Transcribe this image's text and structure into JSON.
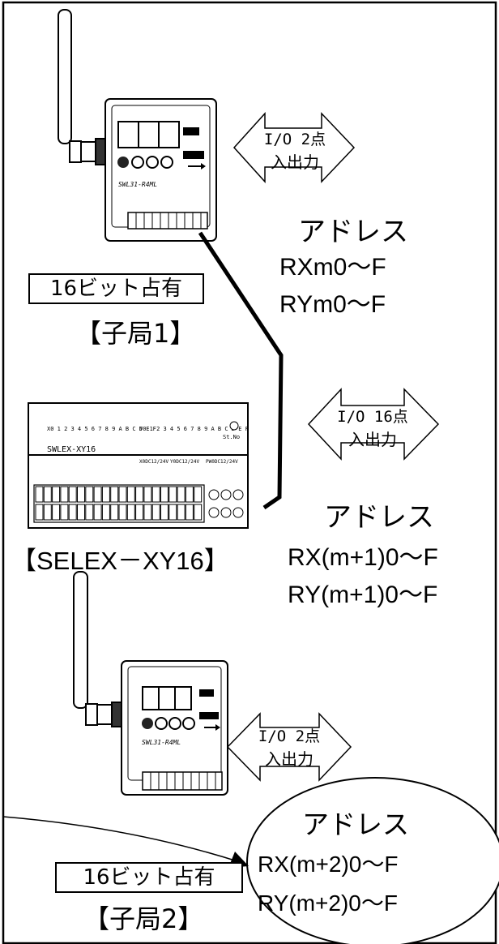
{
  "slave1": {
    "model_label": "SWL31-R4ML",
    "io_label_line1": "I/O 2点",
    "io_label_line2": "入出力",
    "address_title": "アドレス",
    "address_rx": "RXm0～F",
    "address_ry": "RYm0～F",
    "occupancy_label": "16ビット占有",
    "station_label": "【子局1】"
  },
  "selex": {
    "model_label": "SWLEX-XY16",
    "io_label_line1": "I/O 16点",
    "io_label_line2": "入出力",
    "address_title": "アドレス",
    "address_rx": "RX(m+1)0～F",
    "address_ry": "RY(m+1)0～F",
    "station_label": "【SELEX－XY16】",
    "bit_row_x": "X0 1 2 3 4 5 6 7 8 9 A B C D E F",
    "bit_row_y": "Y0 1 2 3 4 5 6 7 8 9 A B C D E F",
    "power_x": "X0DC12/24V",
    "power_y": "Y0DC12/24V",
    "power_pw": "PW0DC12/24V",
    "station_no": "St.No"
  },
  "slave2": {
    "model_label": "SWL31-R4ML",
    "io_label_line1": "I/O 2点",
    "io_label_line2": "入出力",
    "address_title": "アドレス",
    "address_rx": "RX(m+2)0～F",
    "address_ry": "RY(m+2)0～F",
    "occupancy_label": "16ビット占有",
    "station_label": "【子局2】"
  },
  "colors": {
    "line": "#000000",
    "background": "#ffffff"
  },
  "icons": [
    "antenna-icon",
    "usb-icon",
    "arrow-double-icon"
  ]
}
